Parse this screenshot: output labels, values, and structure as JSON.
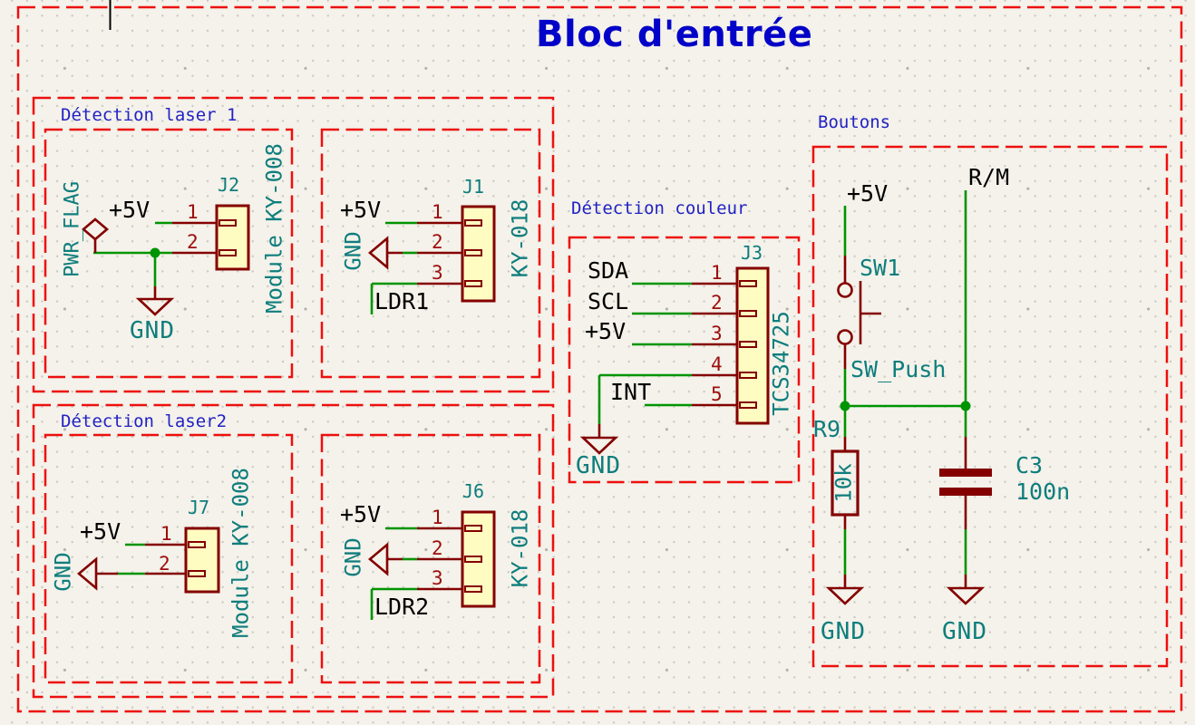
{
  "title": "Bloc d'entrée",
  "colors": {
    "canvas": "#f4f2ea",
    "grid_dot": "#c9c8c1",
    "annotation_red": "#ed0f0f",
    "wire_green": "#009400",
    "symbol_maroon": "#840000",
    "symbol_fill_yellow": "#fffcc2",
    "pin_number_red": "#9d0d0d",
    "field_teal": "#0e7d7d",
    "note_blue": "#2222c4",
    "title_blue": "#0202c8",
    "net_label_black": "#000000"
  },
  "sections": {
    "laser1": {
      "label": "Détection laser 1"
    },
    "laser2": {
      "label": "Détection laser2"
    },
    "couleur": {
      "label": "Détection couleur"
    },
    "boutons": {
      "label": "Boutons"
    }
  },
  "components": {
    "j2": {
      "ref": "J2",
      "value": "Module KY-008",
      "pins": [
        "1",
        "2"
      ]
    },
    "j1": {
      "ref": "J1",
      "value": "KY-018",
      "pins": [
        "1",
        "2",
        "3"
      ]
    },
    "j3": {
      "ref": "J3",
      "value": "TCS34725",
      "pins": [
        "1",
        "2",
        "3",
        "4",
        "5"
      ]
    },
    "j7": {
      "ref": "J7",
      "value": "Module KY-008",
      "pins": [
        "1",
        "2"
      ]
    },
    "j6": {
      "ref": "J6",
      "value": "KY-018",
      "pins": [
        "1",
        "2",
        "3"
      ]
    },
    "sw1": {
      "ref": "SW1",
      "value": "SW_Push"
    },
    "r9": {
      "ref": "R9",
      "value": "10k"
    },
    "c3": {
      "ref": "C3",
      "value": "100n"
    }
  },
  "power": {
    "v5": "+5V",
    "gnd": "GND",
    "pwr_flag": "PWR_FLAG"
  },
  "nets": {
    "ldr1": "LDR1",
    "ldr2": "LDR2",
    "sda": "SDA",
    "scl": "SCL",
    "int": "INT",
    "rm": "R/M"
  }
}
